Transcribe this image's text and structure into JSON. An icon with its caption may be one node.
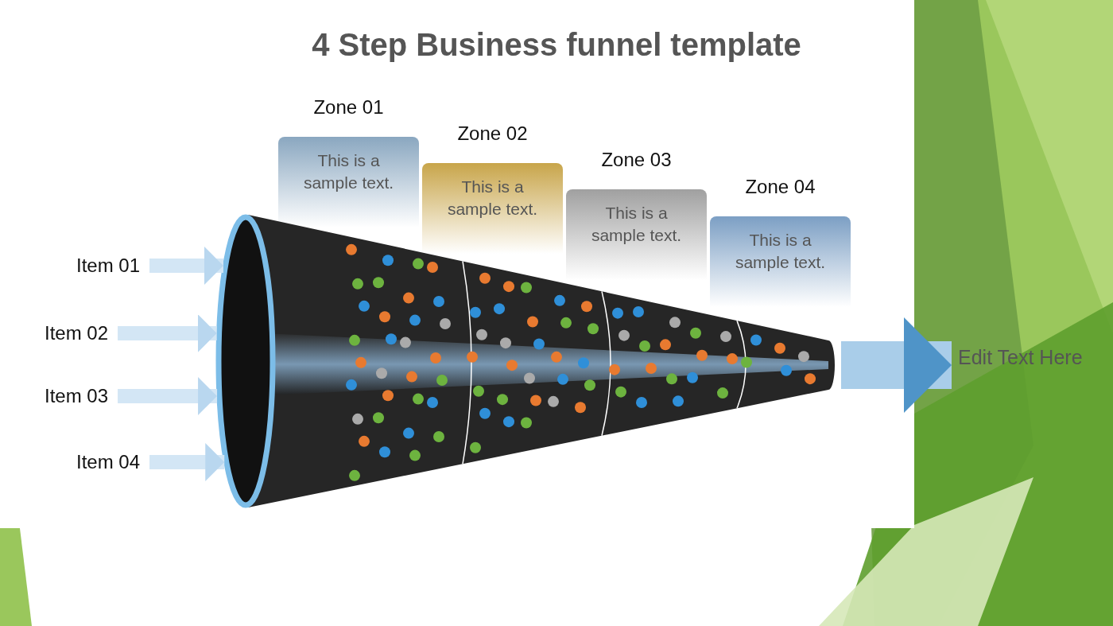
{
  "diagram": {
    "title": "4 Step Business funnel template",
    "nodes": [
      {
        "text": [
          "Zone 01",
          "This is a sample text."
        ]
      },
      {
        "text": [
          "Zone 02",
          "This is a sample text."
        ]
      },
      {
        "text": [
          "Zone 03",
          "This is a sample text."
        ]
      },
      {
        "text": [
          "Zone 04",
          "This is a sample text."
        ]
      },
      {
        "text": [
          "Item 01"
        ]
      },
      {
        "text": [
          "Item 02"
        ]
      },
      {
        "text": [
          "Item 03"
        ]
      },
      {
        "text": [
          "Item 04"
        ]
      },
      {
        "text": [],
        "shape": "picture"
      },
      {
        "text": [
          "Edit Text Here"
        ]
      }
    ],
    "edges": [
      {
        "from": 4,
        "to": 8,
        "arrow": "to"
      },
      {
        "from": 5,
        "to": 8,
        "arrow": "to"
      },
      {
        "from": 6,
        "to": 8,
        "arrow": "to"
      },
      {
        "from": 7,
        "to": 8,
        "arrow": "to"
      },
      {
        "from": 8,
        "to": 9,
        "arrow": "to",
        "style": "thick"
      }
    ]
  }
}
